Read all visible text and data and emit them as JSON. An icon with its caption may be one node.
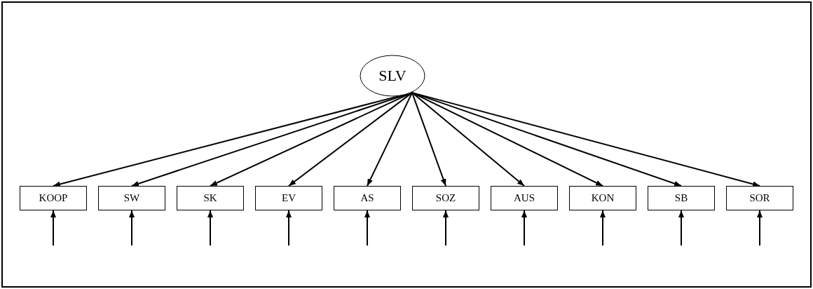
{
  "diagram": {
    "nodes": [
      {
        "text": [
          "SLV"
        ]
      },
      {
        "text": [
          "KOOP"
        ]
      },
      {
        "text": [
          "SW"
        ]
      },
      {
        "text": [
          "SK"
        ]
      },
      {
        "text": [
          "EV"
        ]
      },
      {
        "text": [
          "AS"
        ]
      },
      {
        "text": [
          "SOZ"
        ]
      },
      {
        "text": [
          "AUS"
        ]
      },
      {
        "text": [
          "KON"
        ]
      },
      {
        "text": [
          "SB"
        ]
      },
      {
        "text": [
          "SOR"
        ]
      }
    ],
    "edges": [
      {
        "from": 0,
        "to": 1,
        "arrow": "to"
      },
      {
        "from": 0,
        "to": 2,
        "arrow": "to"
      },
      {
        "from": 0,
        "to": 3,
        "arrow": "to"
      },
      {
        "from": 0,
        "to": 4,
        "arrow": "to"
      },
      {
        "from": 0,
        "to": 5,
        "arrow": "to"
      },
      {
        "from": 0,
        "to": 6,
        "arrow": "to"
      },
      {
        "from": 0,
        "to": 7,
        "arrow": "to"
      },
      {
        "from": 0,
        "to": 8,
        "arrow": "to"
      },
      {
        "from": 0,
        "to": 9,
        "arrow": "to"
      },
      {
        "from": 0,
        "to": 10,
        "arrow": "to"
      },
      {
        "from": null,
        "to": 1,
        "arrow": "to"
      },
      {
        "from": null,
        "to": 2,
        "arrow": "to"
      },
      {
        "from": null,
        "to": 3,
        "arrow": "to"
      },
      {
        "from": null,
        "to": 4,
        "arrow": "to"
      },
      {
        "from": null,
        "to": 5,
        "arrow": "to"
      },
      {
        "from": null,
        "to": 6,
        "arrow": "to"
      },
      {
        "from": null,
        "to": 7,
        "arrow": "to"
      },
      {
        "from": null,
        "to": 8,
        "arrow": "to"
      },
      {
        "from": null,
        "to": 9,
        "arrow": "to"
      },
      {
        "from": null,
        "to": 10,
        "arrow": "to"
      }
    ]
  }
}
